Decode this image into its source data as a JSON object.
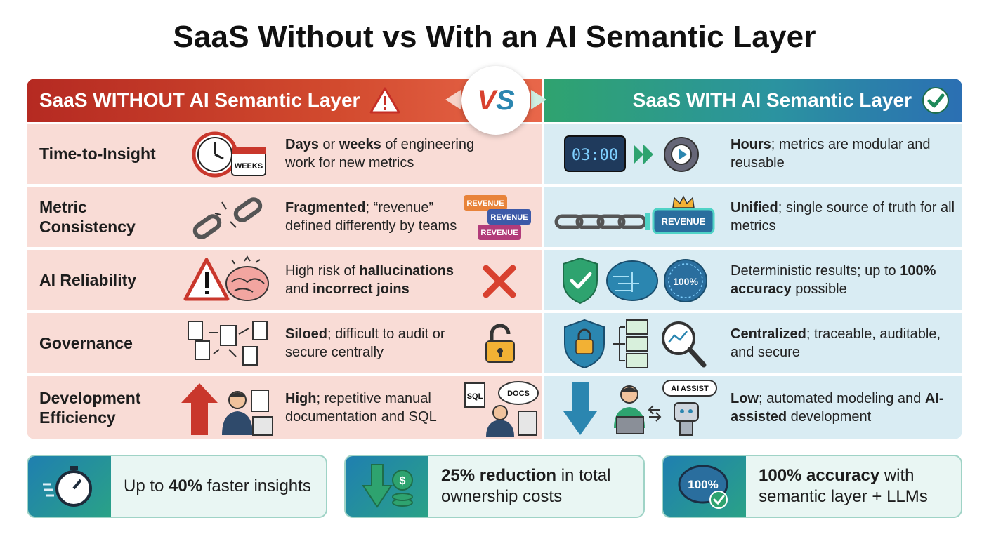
{
  "title": "SaaS Without vs With an AI Semantic Layer",
  "vs_label": {
    "v": "V",
    "s": "S"
  },
  "left": {
    "header": "SaaS WITHOUT AI Semantic Layer",
    "header_icon": "warning-triangle-icon",
    "rows": [
      {
        "label": "Time-to-Insight",
        "d1": "Days",
        "d2": " or ",
        "d3": "weeks",
        "d4": " of engineering work for new metrics",
        "calendar_text": "WEEKS"
      },
      {
        "label": "Metric Consistency",
        "d1": "Fragmented",
        "d2": "; “revenue” defined differently by teams",
        "tags": [
          "REVENUE",
          "REVENUE",
          "REVENUE"
        ]
      },
      {
        "label": "AI Reliability",
        "d1": "High risk of ",
        "d2": "hallucinations",
        "d3": " and ",
        "d4": "incorrect joins"
      },
      {
        "label": "Governance",
        "d1": "Siloed",
        "d2": "; difficult to audit or secure centrally"
      },
      {
        "label": "Development Efficiency",
        "d1": "High",
        "d2": "; repetitive manual documentation and SQL",
        "sql_text": "SQL",
        "docs_text": "DOCS"
      }
    ]
  },
  "right": {
    "header": "SaaS WITH AI Semantic Layer",
    "header_icon": "check-circle-icon",
    "rows": [
      {
        "d1": "Hours",
        "d2": "; metrics are modular and reusable",
        "clock_text": "03:00"
      },
      {
        "d1": "Unified",
        "d2": "; single source of truth for all metrics",
        "tag": "REVENUE"
      },
      {
        "d1": "Deterministic results; up to ",
        "d2": "100% accuracy",
        "d3": " possible",
        "badge": "100%"
      },
      {
        "d1": "Centralized",
        "d2": "; traceable, auditable, and secure"
      },
      {
        "d1": "Low",
        "d2": "; automated modeling and ",
        "d3": "AI-assisted",
        "d4": " development",
        "bubble": "AI ASSIST"
      }
    ]
  },
  "cards": [
    {
      "icon": "stopwatch-icon",
      "t1": "Up to ",
      "t2": "40%",
      "t3": " faster insights"
    },
    {
      "icon": "cost-down-icon",
      "t1": "25% reduction",
      "t2": " in total ownership costs"
    },
    {
      "icon": "brain-check-icon",
      "t1": "100% accuracy",
      "t2": " with semantic layer + LLMs",
      "badge": "100%"
    }
  ],
  "colors": {
    "left_header": "#c73a27",
    "right_header": "#2b93a0",
    "left_row": "#f9dcd6",
    "right_row": "#d9ecf3",
    "card_bg": "#e9f6f3"
  }
}
